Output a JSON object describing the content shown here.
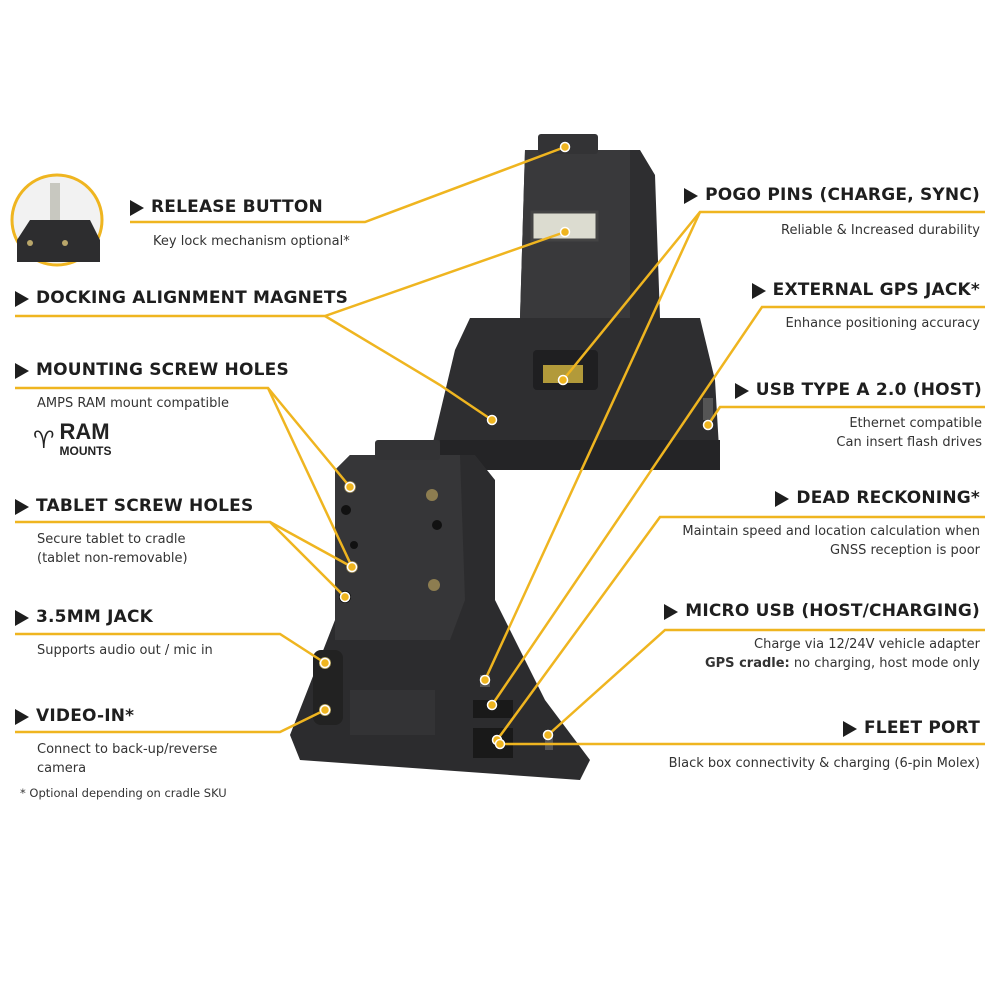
{
  "colors": {
    "accent": "#efb520",
    "device": "#2b2b2d",
    "text": "#1e1e1e"
  },
  "left": [
    {
      "title": "RELEASE BUTTON",
      "desc": [
        "Key lock mechanism optional*"
      ]
    },
    {
      "title": "DOCKING ALIGNMENT MAGNETS",
      "desc": []
    },
    {
      "title": "MOUNTING SCREW HOLES",
      "desc": [
        "AMPS RAM mount compatible"
      ]
    },
    {
      "title": "TABLET SCREW HOLES",
      "desc": [
        "Secure tablet to cradle",
        "(tablet non-removable)"
      ]
    },
    {
      "title": "3.5MM JACK",
      "desc": [
        "Supports audio out / mic in"
      ]
    },
    {
      "title": "VIDEO-IN*",
      "desc": [
        "Connect to back-up/reverse",
        "camera"
      ]
    }
  ],
  "right": [
    {
      "title": "POGO PINS (CHARGE, SYNC)",
      "desc": [
        "Reliable & Increased durability"
      ]
    },
    {
      "title": "EXTERNAL GPS JACK*",
      "desc": [
        "Enhance positioning accuracy"
      ]
    },
    {
      "title": "USB TYPE A 2.0 (HOST)",
      "desc": [
        "Ethernet compatible",
        "Can insert flash drives"
      ]
    },
    {
      "title": "DEAD RECKONING*",
      "desc": [
        "Maintain speed and location calculation when",
        "GNSS reception is poor"
      ]
    },
    {
      "title": "MICRO USB (HOST/CHARGING)",
      "desc": [
        "Charge via 12/24V vehicle adapter"
      ],
      "desc_bold": "GPS cradle:",
      "desc_rest": " no charging, host mode only"
    },
    {
      "title": "FLEET PORT",
      "desc": [
        "Black box connectivity & charging (6-pin Molex)"
      ]
    }
  ],
  "footnote": "* Optional depending on cradle SKU",
  "logo": {
    "line1": "RAM",
    "line2": "MOUNTS"
  }
}
